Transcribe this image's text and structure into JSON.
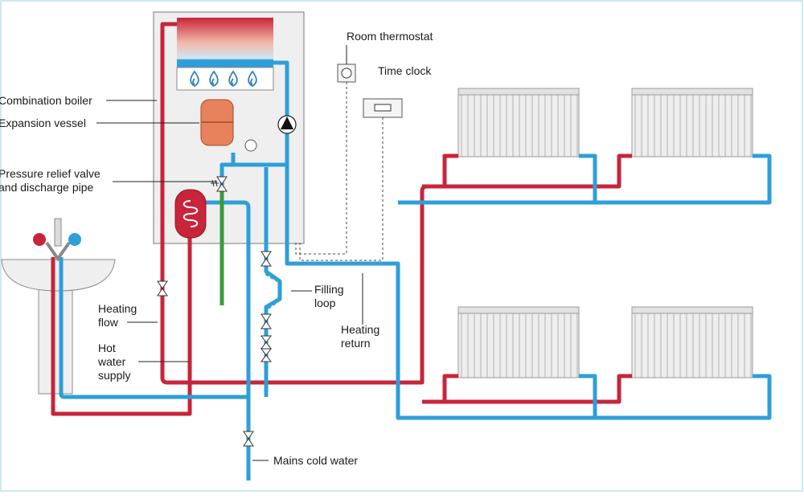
{
  "labels": {
    "combination_boiler": "Combination boiler",
    "expansion_vessel": "Expansion vessel",
    "pressure_relief_line1": "Pressure relief valve",
    "pressure_relief_line2": "and discharge pipe",
    "room_thermostat": "Room thermostat",
    "time_clock": "Time clock",
    "heating_flow_line1": "Heating",
    "heating_flow_line2": "flow",
    "hot_water_line1": "Hot",
    "hot_water_line2": "water",
    "hot_water_line3": "supply",
    "filling_loop_line1": "Filling",
    "filling_loop_line2": "loop",
    "heating_return_line1": "Heating",
    "heating_return_line2": "return",
    "mains_cold_water": "Mains cold water"
  },
  "colors": {
    "hot_pipe": "#c8243a",
    "cold_pipe": "#2e9fd8",
    "discharge_pipe": "#3c9a3c",
    "expansion_vessel": "#e8825c",
    "boiler_case": "#efefef"
  }
}
